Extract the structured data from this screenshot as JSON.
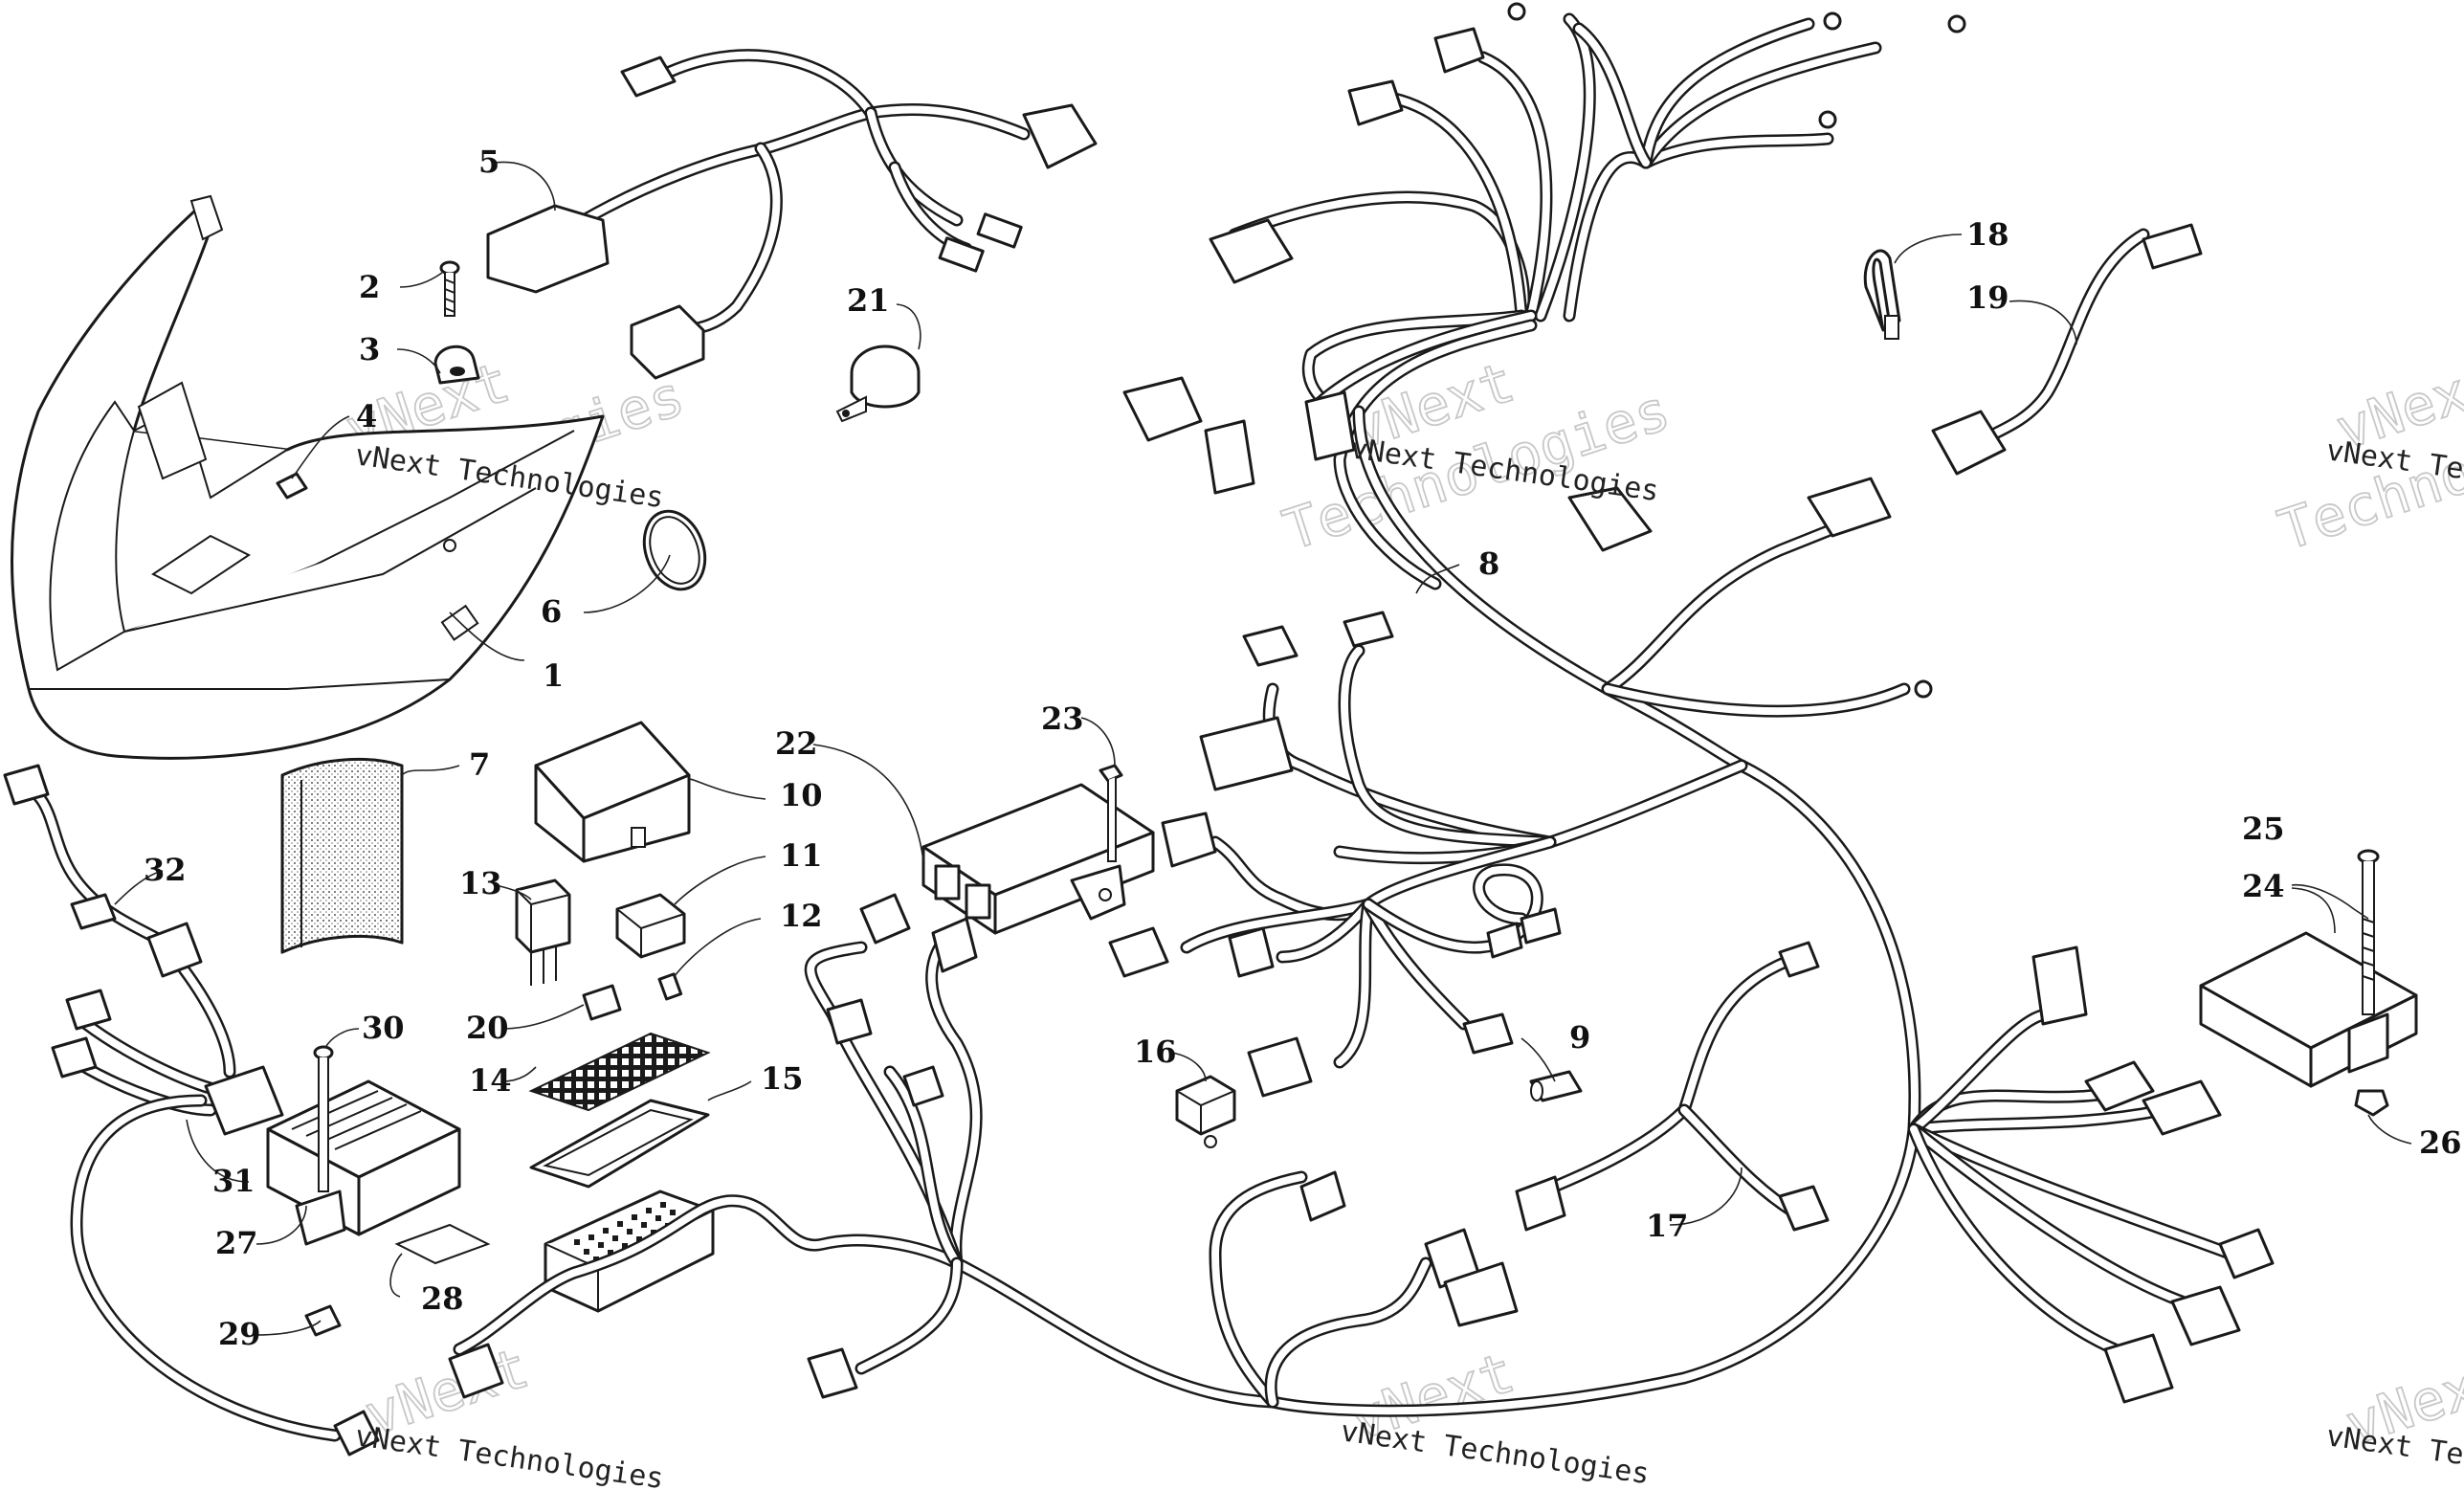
{
  "diagram": {
    "callouts": [
      "1",
      "2",
      "3",
      "4",
      "5",
      "6",
      "7",
      "8",
      "9",
      "10",
      "11",
      "12",
      "13",
      "14",
      "15",
      "16",
      "17",
      "18",
      "19",
      "20",
      "21",
      "22",
      "23",
      "24",
      "25",
      "26",
      "27",
      "28",
      "29",
      "30",
      "31",
      "32"
    ]
  },
  "watermark": {
    "label": "vNext Technologies",
    "big_line1": "vNext",
    "big_line2": "Technologies"
  }
}
